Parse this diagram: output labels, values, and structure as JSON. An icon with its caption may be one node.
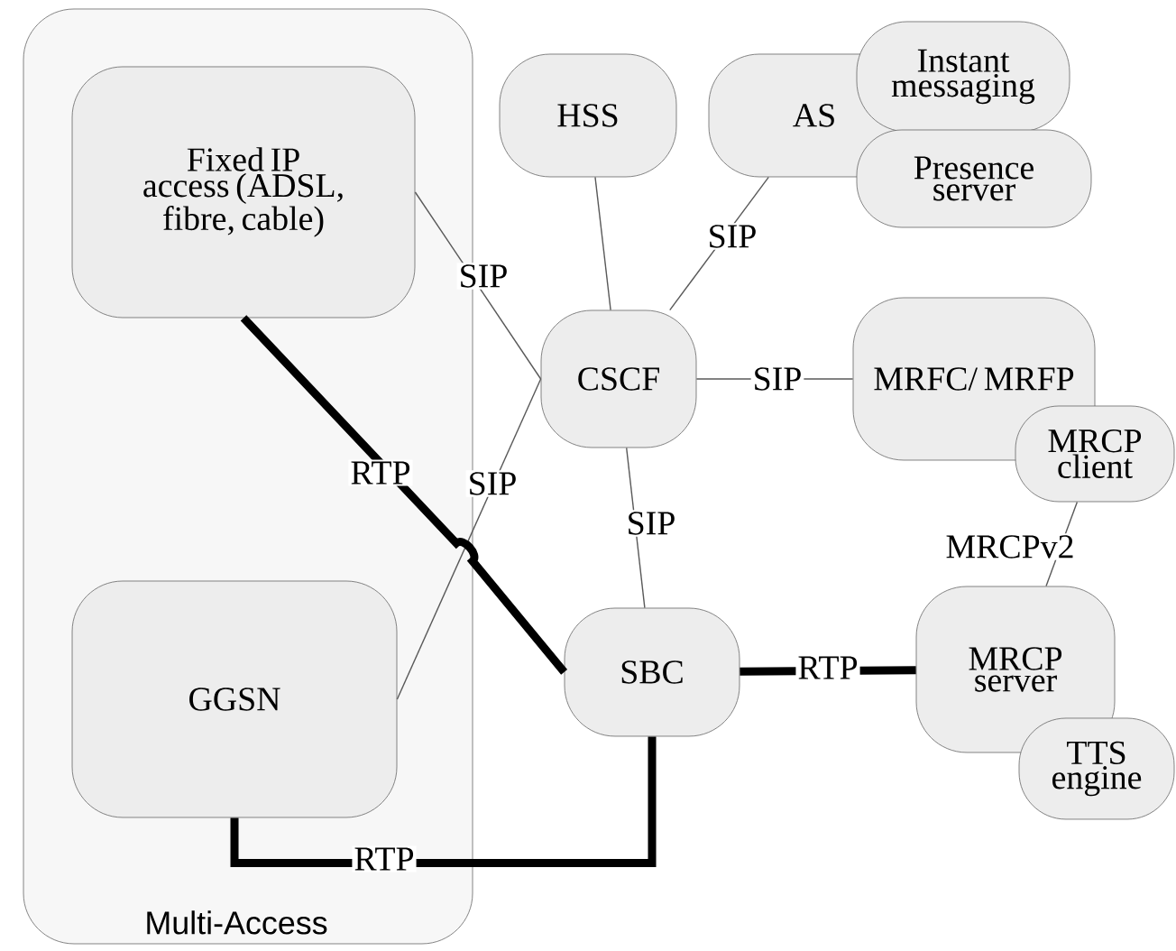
{
  "diagram": {
    "nodes": [
      {
        "text": [
          "Multi-Access"
        ]
      },
      {
        "text": [
          "Fixed IP access (ADSL, fibre, cable)"
        ],
        "in": 0
      },
      {
        "text": [
          "GGSN"
        ],
        "in": 0
      },
      {
        "text": [
          "HSS"
        ]
      },
      {
        "text": [
          "AS"
        ]
      },
      {
        "text": [
          "Instant messaging"
        ]
      },
      {
        "text": [
          "Presence server"
        ]
      },
      {
        "text": [
          "CSCF"
        ]
      },
      {
        "text": [
          "MRFC/ MRFP"
        ]
      },
      {
        "text": [
          "MRCP client"
        ]
      },
      {
        "text": [
          "SBC"
        ]
      },
      {
        "text": [
          "MRCP server"
        ]
      },
      {
        "text": [
          "TTS engine"
        ]
      }
    ],
    "edges": [
      {
        "from": 1,
        "to": 7,
        "arrow": "none",
        "label": "SIP"
      },
      {
        "from": 2,
        "to": 7,
        "arrow": "none",
        "label": "SIP"
      },
      {
        "from": 3,
        "to": 7,
        "arrow": "none"
      },
      {
        "from": 4,
        "to": 7,
        "arrow": "none",
        "label": "SIP"
      },
      {
        "from": 7,
        "to": 8,
        "arrow": "none",
        "label": "SIP"
      },
      {
        "from": 7,
        "to": 10,
        "arrow": "none",
        "label": "SIP"
      },
      {
        "from": 1,
        "to": 10,
        "arrow": "none",
        "label": "RTP",
        "style": "thick"
      },
      {
        "from": 2,
        "to": 10,
        "arrow": "none",
        "label": "RTP",
        "style": "thick"
      },
      {
        "from": 10,
        "to": 11,
        "arrow": "none",
        "label": "RTP",
        "style": "thick"
      },
      {
        "from": 9,
        "to": 11,
        "arrow": "none",
        "label": "MRCPv2"
      }
    ]
  }
}
